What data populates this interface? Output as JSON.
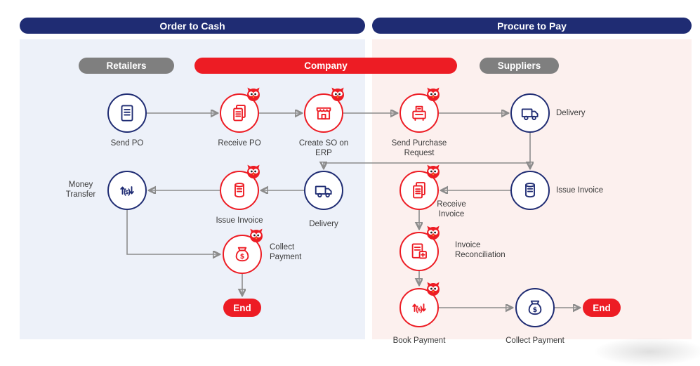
{
  "headers": {
    "order_to_cash": "Order to Cash",
    "procure_to_pay": "Procure to Pay"
  },
  "lanes": {
    "retailers": "Retailers",
    "company": "Company",
    "suppliers": "Suppliers"
  },
  "nodes": {
    "send_po": "Send PO",
    "receive_po": "Receive PO",
    "create_so": "Create SO on ERP",
    "send_purchase_request": "Send Purchase Request",
    "delivery_supplier": "Delivery",
    "money_transfer": "Money Transfer",
    "issue_invoice_company": "Issue Invoice",
    "delivery_company": "Delivery",
    "receive_invoice": "Receive Invoice",
    "issue_invoice_supplier": "Issue Invoice",
    "collect_payment_company": "Collect Payment",
    "invoice_reconciliation": "Invoice Reconciliation",
    "book_payment": "Book Payment",
    "collect_payment_supplier": "Collect Payment"
  },
  "terminals": {
    "end_order_to_cash": "End",
    "end_procure_to_pay": "End"
  },
  "glyphs": {
    "dollar": "$"
  },
  "colors": {
    "navy": "#1f2c73",
    "red": "#ed1c24",
    "gray_pill": "#7f7f7f",
    "arrow": "#8c8c8c",
    "left_bg": "#edf1f9",
    "right_bg": "#fcf0ee",
    "label": "#3a3a3a"
  }
}
